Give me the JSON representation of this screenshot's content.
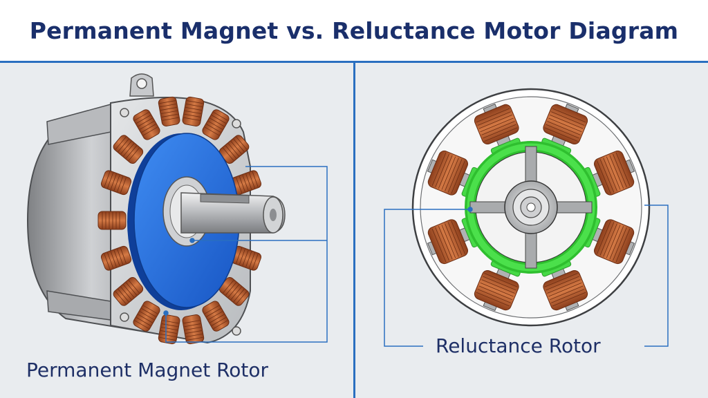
{
  "header": {
    "title": "Permanent Magnet vs. Reluctance Motor Diagram"
  },
  "left_panel": {
    "caption": "Permanent Magnet Rotor"
  },
  "right_panel": {
    "caption": "Reluctance Rotor"
  },
  "colors": {
    "title": "#1a2f6b",
    "accent_line": "#2a6fc0",
    "pm_rotor": "#1f6fe0",
    "reluctance_ring": "#3ad43a",
    "copper_coil": "#b85a2e",
    "steel": "#9a9a9a",
    "panel_bg": "#e9ecef"
  }
}
